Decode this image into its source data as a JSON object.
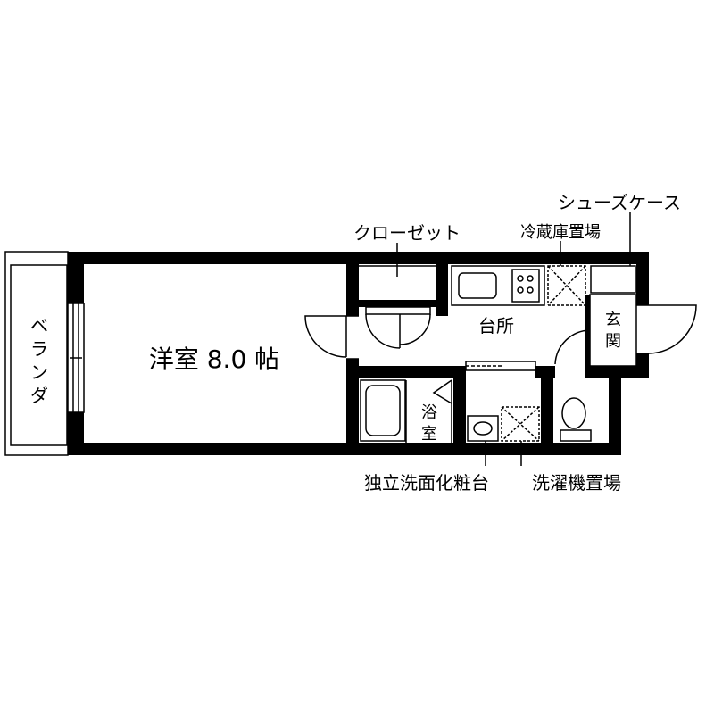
{
  "rooms": {
    "western_room": "洋室 8.0 帖",
    "kitchen": "台所",
    "bath": [
      "浴",
      "室"
    ],
    "entrance": [
      "玄",
      "関"
    ],
    "veranda": [
      "ベ",
      "ラ",
      "ン",
      "ダ"
    ]
  },
  "callouts": {
    "closet": "クローゼット",
    "fridge_space": "冷蔵庫置場",
    "shoe_case": "シューズケース",
    "vanity": "独立洗面化粧台",
    "washer_space": "洗濯機置場"
  },
  "colors": {
    "wall": "#000000",
    "line": "#000000",
    "background": "#ffffff"
  }
}
